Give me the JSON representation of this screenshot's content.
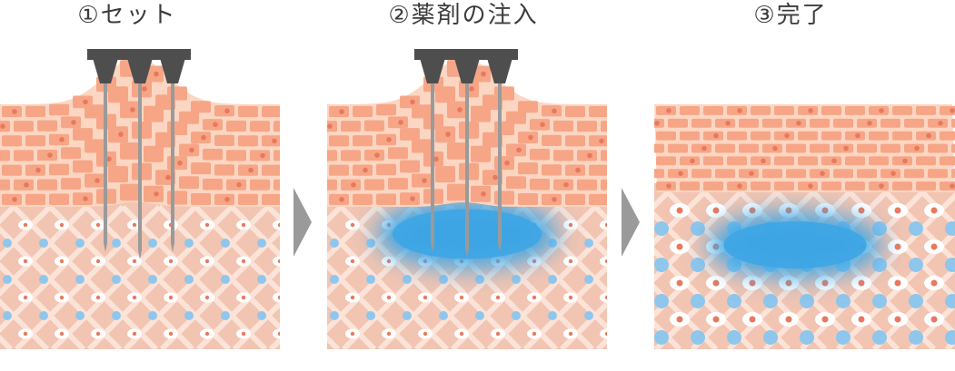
{
  "steps": [
    {
      "label": "①セット"
    },
    {
      "label": "②薬剤の注入"
    },
    {
      "label": "③完了"
    }
  ],
  "colors": {
    "skin_surface": "#f6a686",
    "skin_grout": "#fbd6c2",
    "skin_dot": "#e8795e",
    "dermis": "#f2c4b2",
    "dermis_line": "#fbe3d8",
    "cell_blue": "#8fc6ec",
    "cell_white": "#ffffff",
    "nucleus": "#e8795e",
    "needle_head": "#4e4e4e",
    "needle_shaft": "#9a9a9a",
    "drug": "#3ea5e4",
    "arrow": "#9a9a9a"
  }
}
